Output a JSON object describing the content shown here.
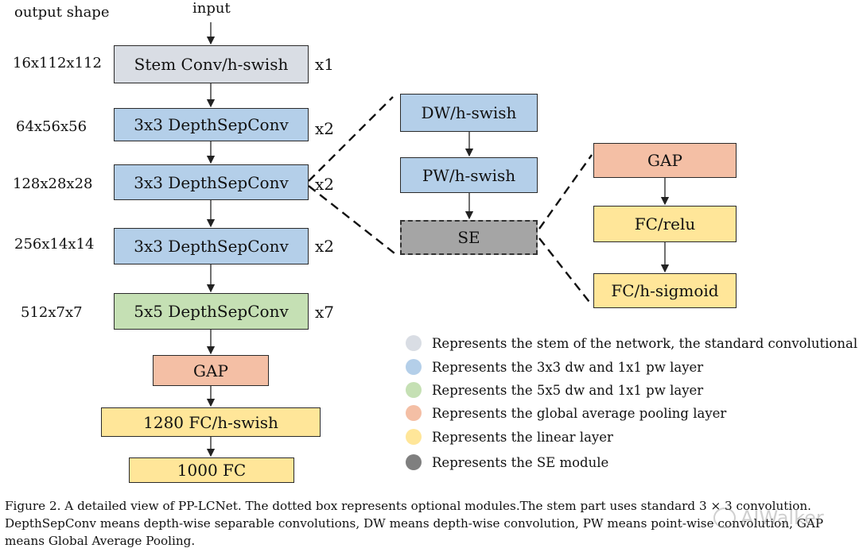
{
  "labels": {
    "output_shape": "output shape",
    "input": "input"
  },
  "main_column": [
    {
      "name": "Stem Conv/h-swish",
      "shape": "16x112x112",
      "repeat": "x1"
    },
    {
      "name": "3x3 DepthSepConv",
      "shape": "64x56x56",
      "repeat": "x2"
    },
    {
      "name": "3x3 DepthSepConv",
      "shape": "128x28x28",
      "repeat": "x2"
    },
    {
      "name": "3x3 DepthSepConv",
      "shape": "256x14x14",
      "repeat": "x2"
    },
    {
      "name": "5x5 DepthSepConv",
      "shape": "512x7x7",
      "repeat": "x7"
    },
    {
      "name": "GAP"
    },
    {
      "name": "1280 FC/h-swish"
    },
    {
      "name": "1000 FC"
    }
  ],
  "depthsep_detail": [
    "DW/h-swish",
    "PW/h-swish",
    "SE"
  ],
  "se_detail": [
    "GAP",
    "FC/relu",
    "FC/h-sigmoid"
  ],
  "legend": [
    {
      "color": "#d9dde4",
      "text": "Represents the stem of the network, the standard convolutional layer"
    },
    {
      "color": "#b4cfe9",
      "text": "Represents the 3x3 dw and 1x1 pw layer"
    },
    {
      "color": "#c5e0b4",
      "text": "Represents the 5x5 dw and 1x1 pw layer"
    },
    {
      "color": "#f4bfa5",
      "text": "Represents the global average pooling layer"
    },
    {
      "color": "#ffe699",
      "text": "Represents the linear layer"
    },
    {
      "color": "#7f7f7f",
      "text": "Represents the SE module"
    }
  ],
  "caption": {
    "line1": "Figure 2. A detailed view of PP-LCNet.  The dotted box represents optional modules.The stem part uses standard 3 × 3 convolution.",
    "line2": "DepthSepConv means depth-wise separable convolutions, DW means depth-wise convolution, PW means point-wise convolution, GAP",
    "line3": "means Global Average Pooling."
  },
  "watermark": "AIWalker"
}
